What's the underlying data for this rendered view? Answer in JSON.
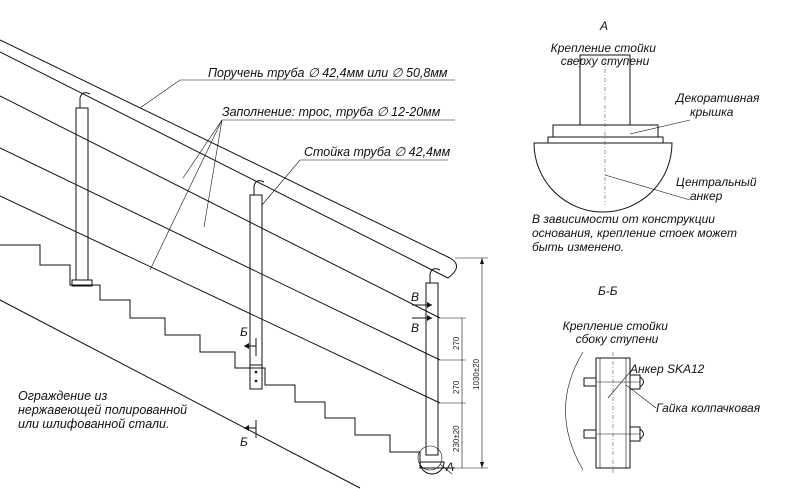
{
  "labels": {
    "handrail": "Поручень труба ∅ 42,4мм или ∅ 50,8мм",
    "infill": "Заполнение: трос, труба ∅ 12-20мм",
    "post": "Стойка труба ∅ 42,4мм",
    "fence_material": [
      "Ограждение из",
      "нержавеющей полированной",
      "или шлифованной стали."
    ],
    "mark_b": "Б",
    "mark_v": "В",
    "mark_a": "А"
  },
  "dimensions": {
    "total_height": "1030±20",
    "spacing_upper": "270",
    "spacing_middle": "270",
    "spacing_lower": "230±20"
  },
  "detail_a": {
    "letter": "А",
    "title": [
      "Крепление стойки",
      "сверху ступени"
    ],
    "cap": [
      "Декоративная",
      "крышка"
    ],
    "anchor": [
      "Центральный",
      "анкер"
    ],
    "note": [
      "В зависимости от конструкции",
      "основания, крепление стоек может",
      "быть изменено."
    ]
  },
  "detail_bb": {
    "letter": "Б-Б",
    "title": [
      "Крепление стойки",
      "сбоку ступени"
    ],
    "anchor": "Анкер SKA12",
    "nut": "Гайка колпачковая"
  }
}
